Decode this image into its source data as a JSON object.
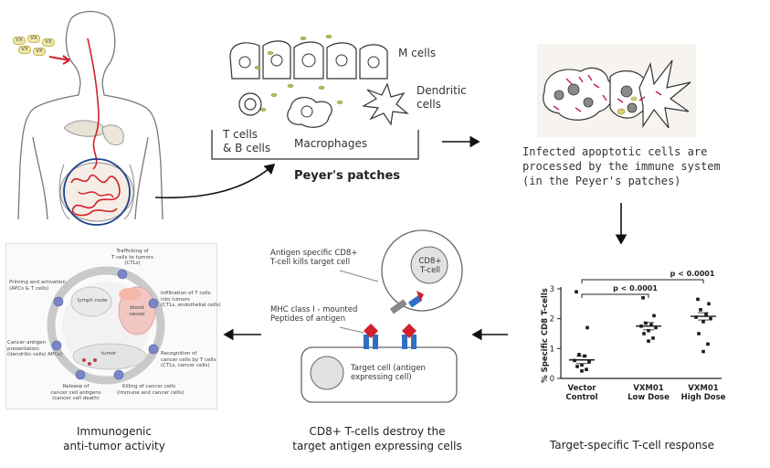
{
  "body_panel": {
    "label_bubbles": [
      "VX",
      "VX",
      "VX",
      "VX",
      "VX"
    ]
  },
  "peyers": {
    "m_cells": "M cells",
    "dendritic": "Dendritic\ncells",
    "t_b_cells": "T cells\n& B cells",
    "macrophages": "Macrophages",
    "title": "Peyer's patches"
  },
  "apoptotic": {
    "caption": "Infected apoptotic cells are\nprocessed by the immune system\n(in the Peyer's patches)"
  },
  "cd8": {
    "killer_label": "Antigen specific CD8+\nT-cell kills target cell",
    "mhc_label": "MHC class I - mounted\nPeptides of antigen",
    "cd8_cell": "CD8+\nT-cell",
    "target_cell": "Target cell (antigen\nexpressing cell)",
    "caption": "CD8+ T-cells destroy the\ntarget antigen expressing cells"
  },
  "cycle": {
    "steps": [
      "Trafficking of\nT cells to tumors\n(CTLs)",
      "Infiltration of T cells\ninto tumors\n(CTLs, endothelial cells)",
      "Recognition of\ncancer cells by T cells\n(CTLs, cancer cells)",
      "Killing of cancer cells\n(immune and cancer cells)",
      "Release of\ncancer cell antigens\n(cancer cell death)",
      "Cancer antigen\npresentation\n(dendritic cells/ APCs)",
      "Priming and activation\n(APCs & T cells)"
    ],
    "inner": [
      "lymph node",
      "blood\nvessel",
      "tumor"
    ],
    "caption": "Immunogenic\nanti-tumor activity"
  },
  "chart_data": {
    "type": "scatter",
    "ylabel": "% Specific CD8 T-cells",
    "ylim": [
      0,
      3
    ],
    "yticks": [
      "0",
      "1",
      "2",
      "3"
    ],
    "categories": [
      "Vector\nControl",
      "VXM01\nLow Dose",
      "VXM01\nHigh Dose"
    ],
    "groups": [
      {
        "name": "Vector Control",
        "values": [
          2.9,
          1.7,
          0.8,
          0.75,
          0.6,
          0.55,
          0.45,
          0.4,
          0.3,
          0.25
        ],
        "mean": 0.62
      },
      {
        "name": "VXM01 Low Dose",
        "values": [
          2.7,
          2.1,
          1.85,
          1.8,
          1.75,
          1.7,
          1.6,
          1.5,
          1.35,
          1.25
        ],
        "mean": 1.75
      },
      {
        "name": "VXM01 High Dose",
        "values": [
          2.65,
          2.5,
          2.3,
          2.15,
          2.05,
          2.0,
          1.9,
          1.5,
          1.15,
          0.9
        ],
        "mean": 2.08
      }
    ],
    "significance": [
      "p < 0.0001",
      "p < 0.0001"
    ],
    "caption": "Target-specific T-cell response"
  }
}
